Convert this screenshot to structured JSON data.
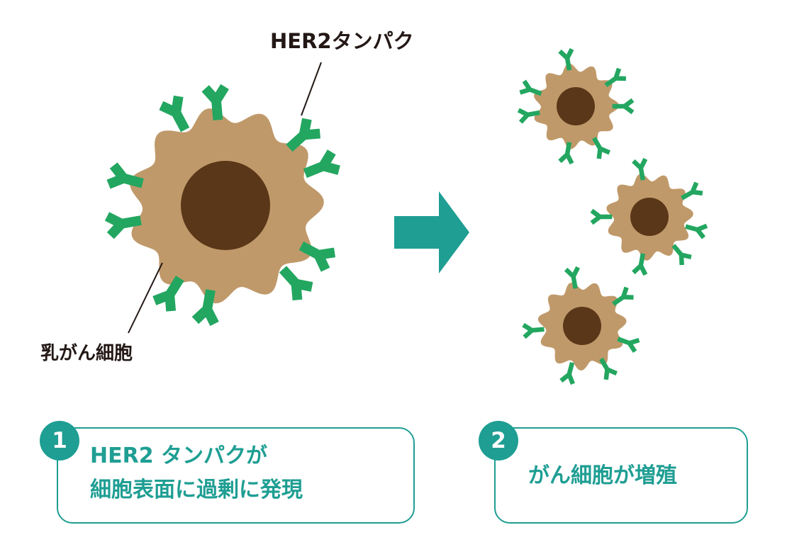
{
  "labels": {
    "her2_protein": "HER2タンパク",
    "breast_cancer_cell": "乳がん細胞"
  },
  "steps": [
    {
      "number": "1",
      "line1": "HER2 タンパクが",
      "line2": "細胞表面に過剰に発現"
    },
    {
      "number": "2",
      "line1": "がん細胞が増殖"
    }
  ],
  "colors": {
    "cell_body": "#c0996a",
    "nucleus": "#5a3719",
    "receptor": "#23a660",
    "accent": "#1f9e93",
    "label_text": "#231815"
  },
  "icons": {
    "arrow": "right-arrow-icon",
    "receptor": "y-shaped-receptor-icon"
  }
}
